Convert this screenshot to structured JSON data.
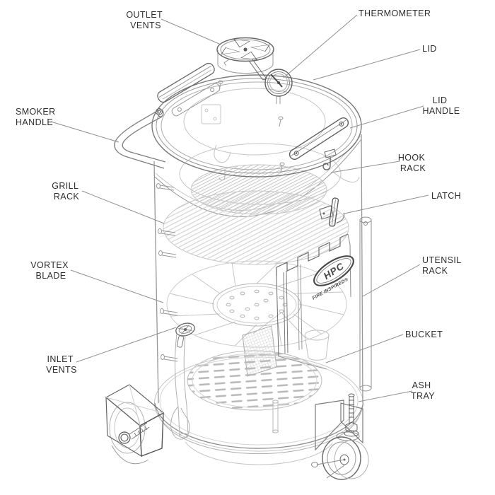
{
  "page": {
    "background": "#ffffff",
    "type": "exploded parts diagram of drum smoker"
  },
  "colors": {
    "label_text": "#2e2e2e",
    "leader_line": "#8f8f8f",
    "outline_dark": "#666666",
    "outline_light": "#c4c4c4",
    "background": "#ffffff"
  },
  "logo": {
    "brand": "HPC",
    "tagline": "FIRE INSPIRED®"
  },
  "labels": {
    "outlet_vents": [
      "OUTLET",
      "VENTS"
    ],
    "thermometer": [
      "THERMOMETER"
    ],
    "lid": [
      "LID"
    ],
    "smoker_handle": [
      "SMOKER",
      "HANDLE"
    ],
    "lid_handle": [
      "LID",
      "HANDLE"
    ],
    "hook_rack": [
      "HOOK",
      "RACK"
    ],
    "grill_rack": [
      "GRILL",
      "RACK"
    ],
    "latch": [
      "LATCH"
    ],
    "vortex_blade": [
      "VORTEX",
      "BLADE"
    ],
    "utensil_rack": [
      "UTENSIL",
      "RACK"
    ],
    "inlet_vents": [
      "INLET",
      "VENTS"
    ],
    "bucket": [
      "BUCKET"
    ],
    "ash_tray": [
      "ASH",
      "TRAY"
    ]
  }
}
